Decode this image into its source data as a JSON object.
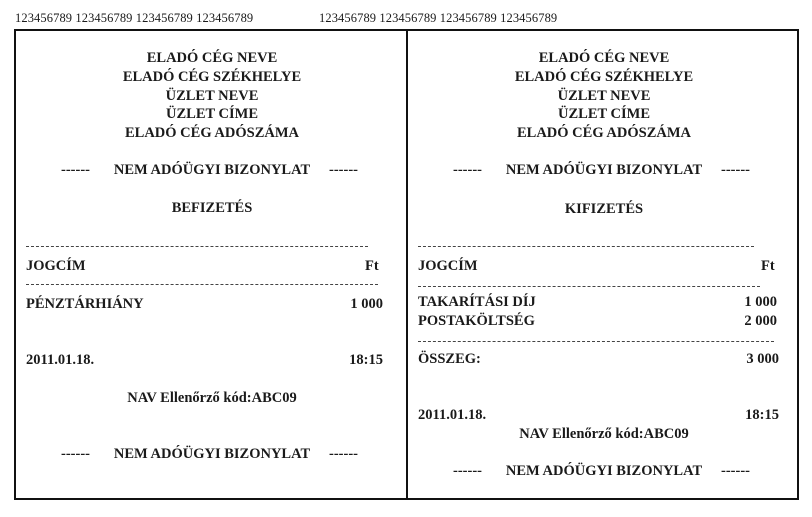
{
  "ruler": {
    "left": "123456789 123456789 123456789 123456789",
    "right": "123456789 123456789 123456789 123456789"
  },
  "header_lines": [
    "ELADÓ CÉG NEVE",
    "ELADÓ CÉG SZÉKHELYE",
    "ÜZLET NEVE",
    "ÜZLET CÍME",
    "ELADÓ CÉG ADÓSZÁMA"
  ],
  "dash_left": "------",
  "dash_right": "------",
  "banner": "NEM ADÓÜGYI BIZONYLAT",
  "left": {
    "title": "BEFIZETÉS",
    "col_title": "JOGCÍM",
    "col_unit": "Ft",
    "items": [
      {
        "label": "PÉNZTÁRHIÁNY",
        "amount": "1 000"
      }
    ],
    "date": "2011.01.18.",
    "time": "18:15",
    "control_code": "NAV Ellenőrző kód:ABC09"
  },
  "right": {
    "title": "KIFIZETÉS",
    "col_title": "JOGCÍM",
    "col_unit": "Ft",
    "items": [
      {
        "label": "TAKARÍTÁSI DÍJ",
        "amount": "1 000"
      },
      {
        "label": "POSTAKÖLTSÉG",
        "amount": "2 000"
      }
    ],
    "total_label": "ÖSSZEG:",
    "total_amount": "3 000",
    "date": "2011.01.18.",
    "time": "18:15",
    "control_code": "NAV Ellenőrző kód:ABC09"
  }
}
